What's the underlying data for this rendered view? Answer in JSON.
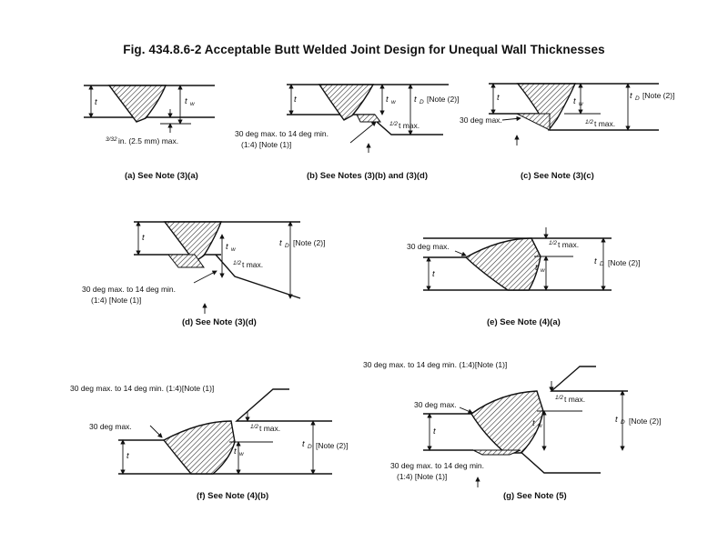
{
  "figure": {
    "title": "Fig. 434.8.6-2    Acceptable Butt Welded Joint Design for Unequal Wall Thicknesses"
  },
  "symbols": {
    "t": "t",
    "tw": "t",
    "tw_sub": "w",
    "tD": "t",
    "tD_sub": "D",
    "note2": "[Note (2)]",
    "half_t_max": "t max.",
    "half_frac": "1/2"
  },
  "labels": {
    "offset_a": "in. (2.5 mm) max.",
    "offset_a_frac": "3/32",
    "taper": "30 deg max. to 14 deg min.",
    "taper_ratio": "(1:4) [Note (1)]",
    "taper_inline": "30 deg max. to 14 deg min. (1:4)[Note (1)]",
    "bevel_30": "30 deg max."
  },
  "captions": {
    "a": "(a) See Note (3)(a)",
    "b": "(b) See Notes (3)(b) and (3)(d)",
    "c": "(c) See Note (3)(c)",
    "d": "(d) See Note (3)(d)",
    "e": "(e) See Note (4)(a)",
    "f": "(f) See Note (4)(b)",
    "g": "(g) See Note (5)"
  }
}
